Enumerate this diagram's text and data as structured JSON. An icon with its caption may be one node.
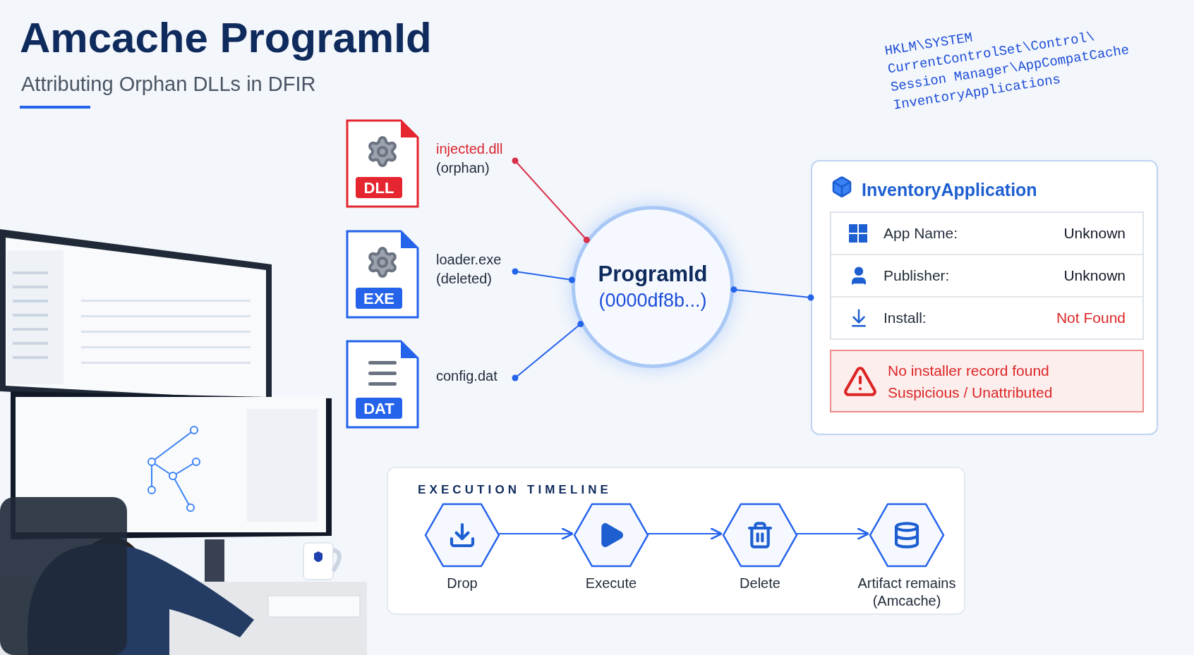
{
  "diagram": {
    "title": "Amcache ProgramId",
    "nodes": [
      {
        "text": [
          "DLL"
        ]
      },
      {
        "text": [
          "injected.dll",
          "(orphan)"
        ]
      },
      {
        "text": [
          "EXE"
        ]
      },
      {
        "text": [
          "loader.exe",
          "(deleted)"
        ]
      },
      {
        "text": [
          "DAT"
        ]
      },
      {
        "text": [
          "config.dat"
        ]
      },
      {
        "text": [
          "ProgramId",
          "(0000df8b...)"
        ]
      },
      {
        "text": [
          "InventoryApplication"
        ]
      },
      {
        "text": [
          "App Name:",
          "Unknown",
          "Publisher:",
          "Unknown",
          "Install:",
          "Not Found"
        ],
        "in": 7
      },
      {
        "text": [
          "No installer record found",
          "Suspicious / Unattributed"
        ],
        "in": 7
      },
      {
        "text": [
          "EXECUTION TIMELINE"
        ]
      },
      {
        "text": [
          "Drop"
        ],
        "in": 10
      },
      {
        "text": [
          "Execute"
        ],
        "in": 10
      },
      {
        "text": [
          "Delete"
        ],
        "in": 10
      },
      {
        "text": [
          "Artifact remains (Amcache)"
        ],
        "in": 10
      }
    ],
    "edges": [
      {
        "from": 1,
        "to": 6,
        "arrow": "other",
        "color": "#d9304a"
      },
      {
        "from": 3,
        "to": 6,
        "arrow": "other"
      },
      {
        "from": 5,
        "to": 6,
        "arrow": "other"
      },
      {
        "from": 6,
        "to": 7,
        "arrow": "other"
      },
      {
        "from": 11,
        "to": 12,
        "arrow": "to"
      },
      {
        "from": 12,
        "to": 13,
        "arrow": "to"
      },
      {
        "from": 13,
        "to": 14,
        "arrow": "to"
      }
    ],
    "labels": [
      "Attributing Orphan DLLs in DFIR",
      "HKLM\\SYSTEM",
      "CurrentControlSet\\Control\\",
      "Session Manager\\AppCompatCache",
      "InventoryApplications"
    ]
  }
}
